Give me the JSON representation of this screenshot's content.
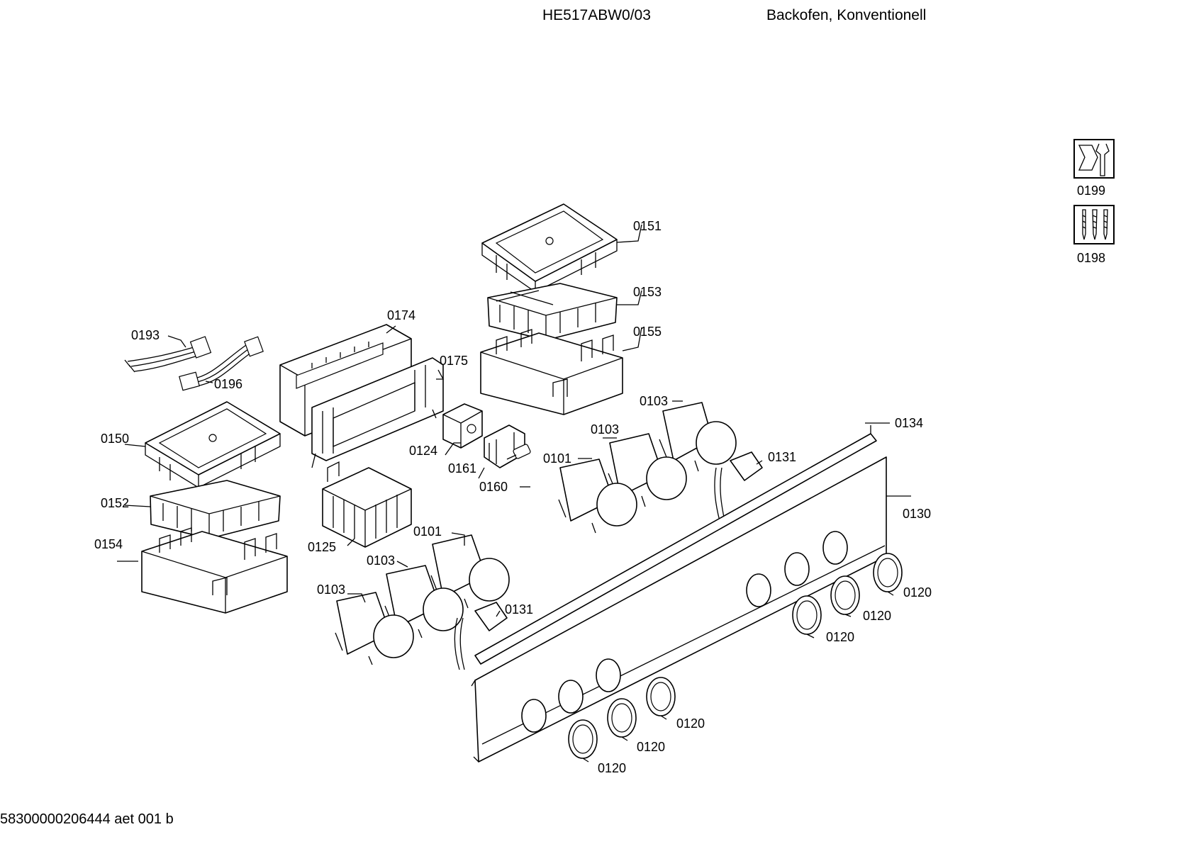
{
  "header": {
    "model": "HE517ABW0/03",
    "description": "Backofen, Konventionell"
  },
  "footer": {
    "document_id": "58300000206444 aet 001 b"
  },
  "icons": {
    "service": "wrench-gear-icon",
    "screws": "screws-icon"
  },
  "labels": {
    "p0199": "0199",
    "p0198": "0198",
    "p0151": "0151",
    "p0153": "0153",
    "p0155": "0155",
    "p0174": "0174",
    "p0193": "0193",
    "p0196": "0196",
    "p0175": "0175",
    "p0103a": "0103",
    "p0103b": "0103",
    "p0134": "0134",
    "p0150": "0150",
    "p0124": "0124",
    "p0101a": "0101",
    "p0131a": "0131",
    "p0161": "0161",
    "p0160": "0160",
    "p0152": "0152",
    "p0130": "0130",
    "p0154": "0154",
    "p0125": "0125",
    "p0101b": "0101",
    "p0103c": "0103",
    "p0120a": "0120",
    "p0103d": "0103",
    "p0131b": "0131",
    "p0120b": "0120",
    "p0120c": "0120",
    "p0120d": "0120",
    "p0120e": "0120",
    "p0120f": "0120"
  }
}
